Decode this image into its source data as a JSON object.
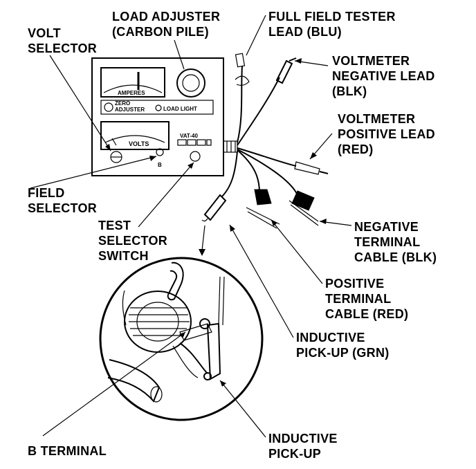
{
  "labels": {
    "load_adjuster": [
      "LOAD ADJUSTER",
      "(CARBON PILE)"
    ],
    "full_field": [
      "FULL FIELD TESTER",
      "LEAD (BLU)"
    ],
    "volt_selector": [
      "VOLT",
      "SELECTOR"
    ],
    "voltmeter_negative": [
      "VOLTMETER",
      "NEGATIVE LEAD",
      "(BLK)"
    ],
    "voltmeter_positive": [
      "VOLTMETER",
      "POSITIVE LEAD",
      "(RED)"
    ],
    "field_selector": [
      "FIELD",
      "SELECTOR"
    ],
    "test_selector": [
      "TEST",
      "SELECTOR",
      "SWITCH"
    ],
    "negative_terminal": [
      "NEGATIVE",
      "TERMINAL",
      "CABLE (BLK)"
    ],
    "positive_terminal": [
      "POSITIVE",
      "TERMINAL",
      "CABLE (RED)"
    ],
    "inductive_grn": [
      "INDUCTIVE",
      "PICK-UP (GRN)"
    ],
    "b_terminal": [
      "B TERMINAL"
    ],
    "inductive_pickup": [
      "INDUCTIVE",
      "PICK-UP"
    ]
  },
  "panel": {
    "amperes": "AMPERES",
    "zero_adjuster": [
      "ZERO",
      "ADJUSTER"
    ],
    "load_light": "LOAD LIGHT",
    "volts": "VOLTS",
    "model": "VAT-40",
    "field_mark": "B"
  }
}
